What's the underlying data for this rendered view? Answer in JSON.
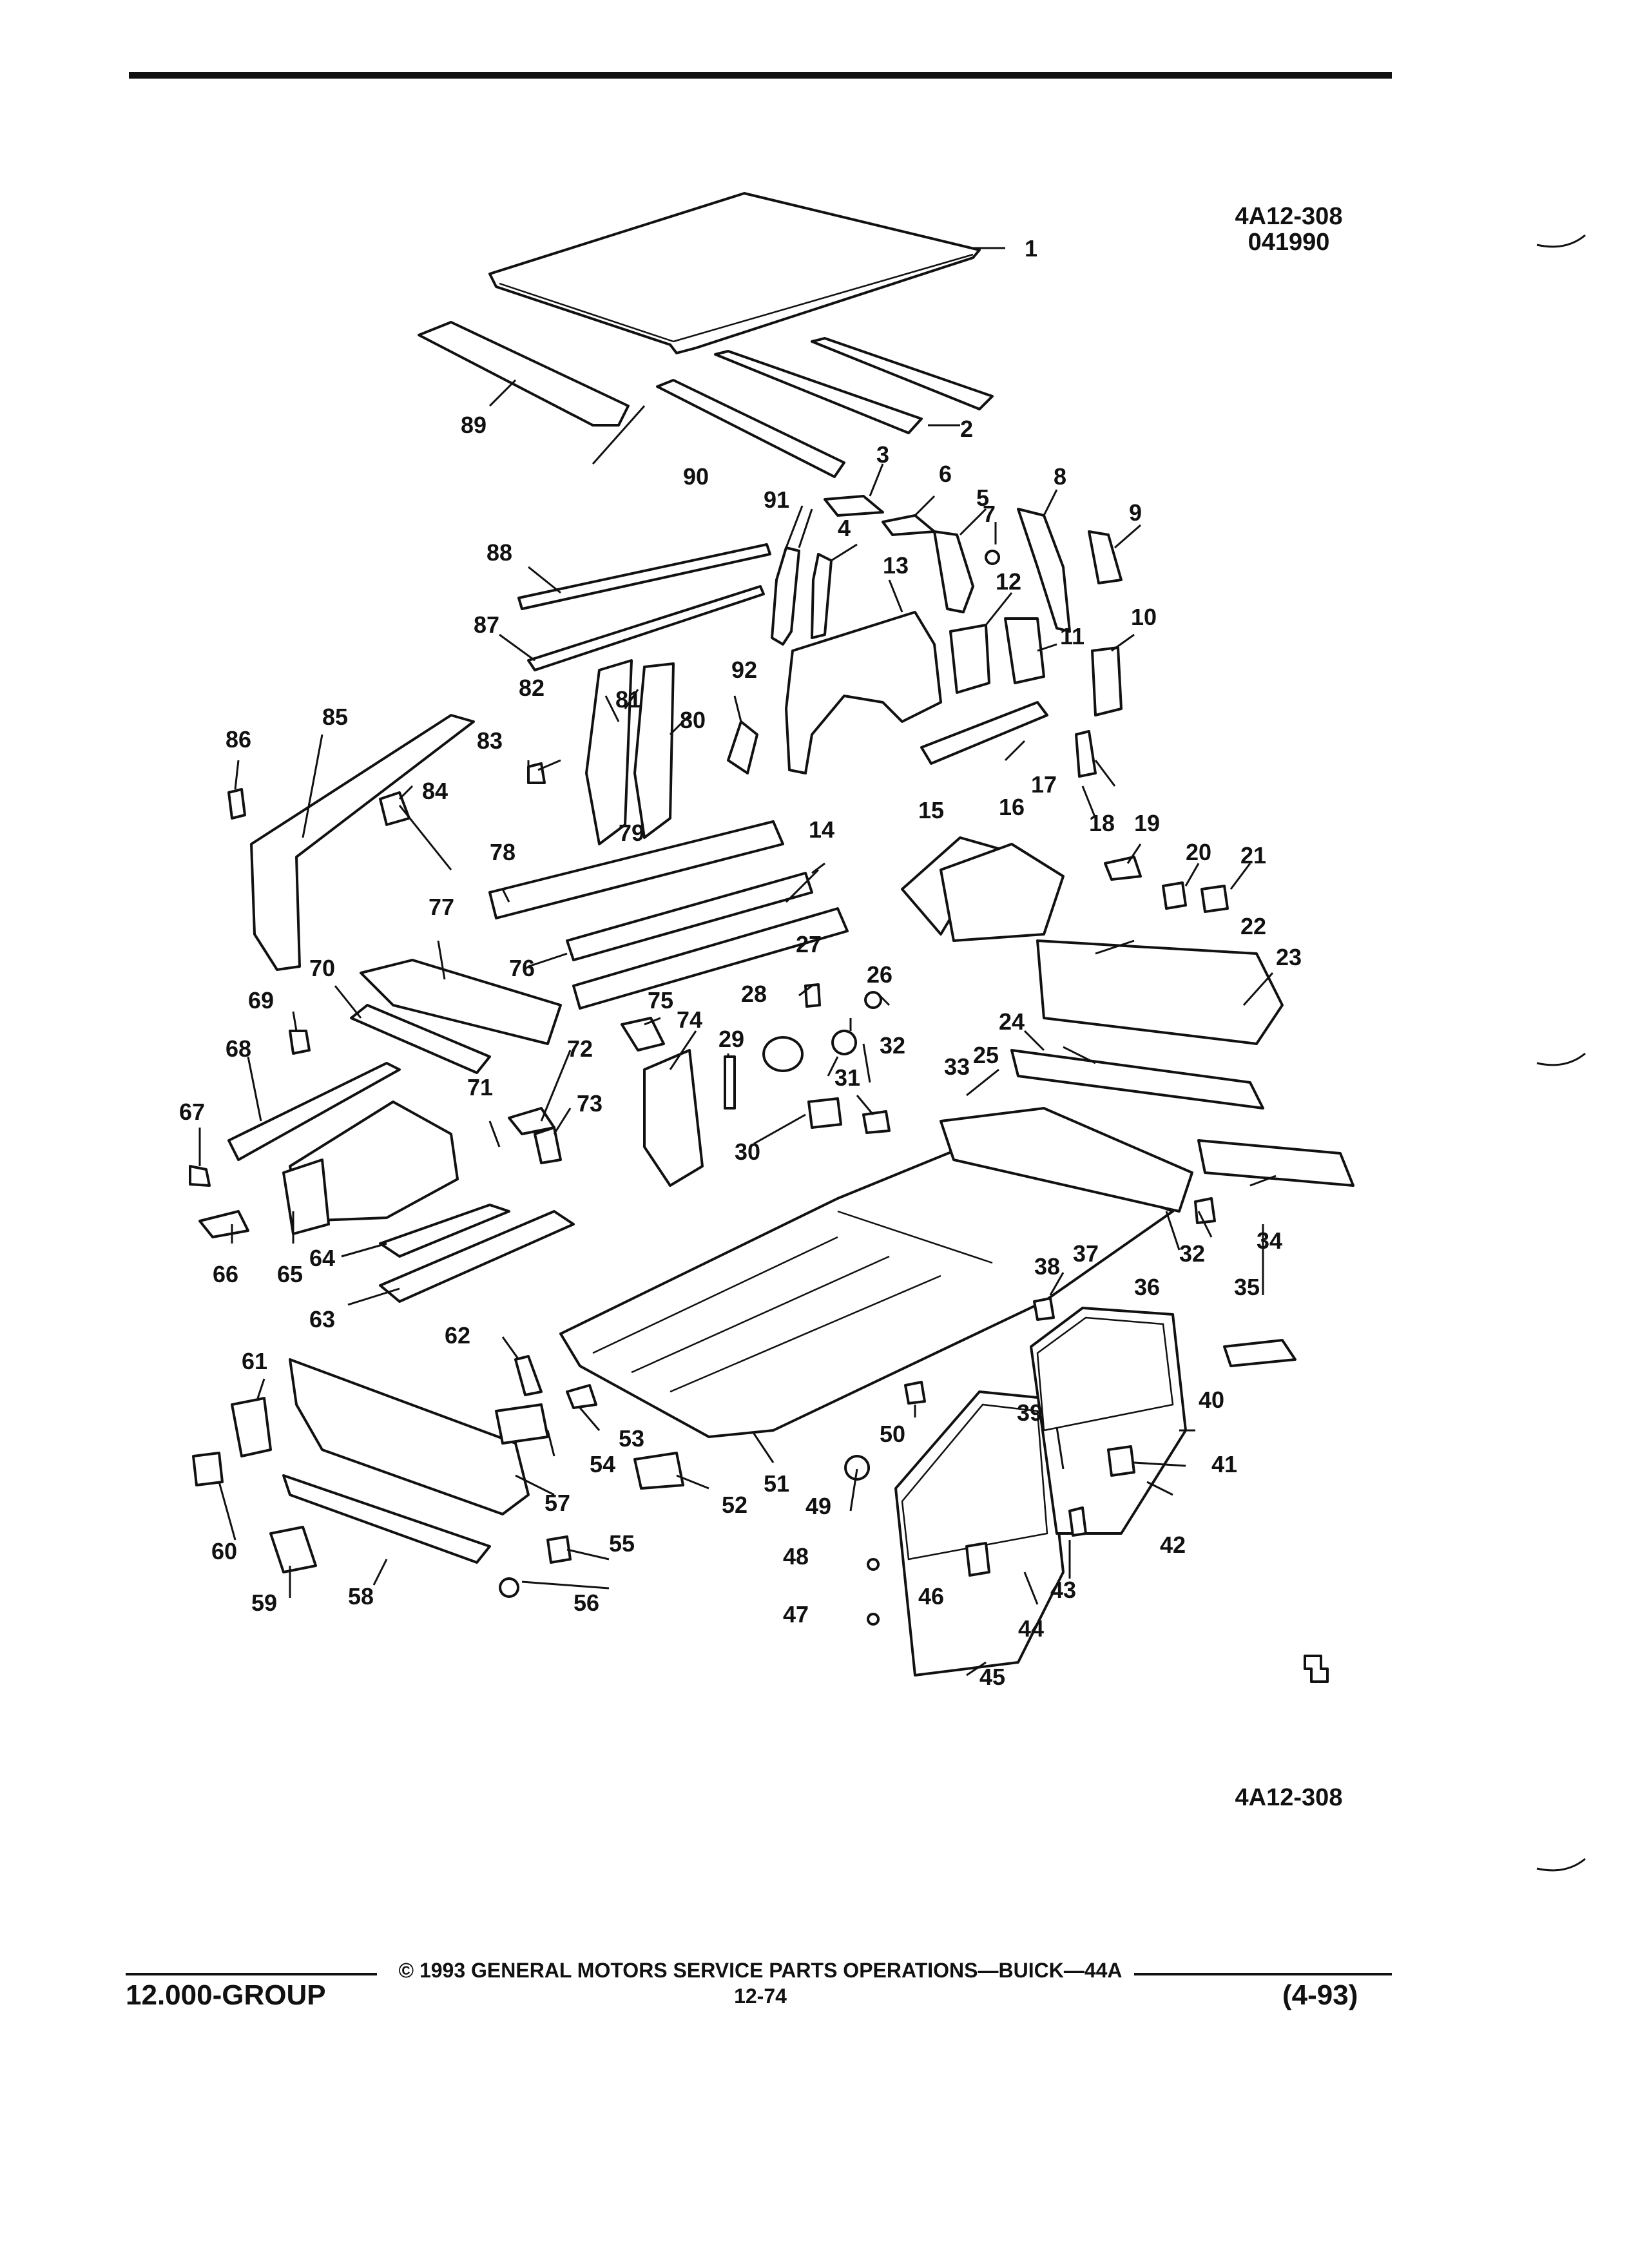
{
  "header": {
    "illustration_code": "4A12-308",
    "date_code": "041990"
  },
  "diagram": {
    "bottom_code": "4A12-308",
    "callouts": [
      "1",
      "2",
      "3",
      "4",
      "5",
      "6",
      "7",
      "8",
      "9",
      "10",
      "11",
      "12",
      "13",
      "14",
      "15",
      "16",
      "17",
      "18",
      "19",
      "20",
      "21",
      "22",
      "23",
      "24",
      "25",
      "26",
      "27",
      "28",
      "29",
      "30",
      "31",
      "32",
      "33",
      "34",
      "35",
      "36",
      "37",
      "38",
      "39",
      "40",
      "41",
      "42",
      "43",
      "44",
      "45",
      "46",
      "47",
      "48",
      "49",
      "50",
      "51",
      "52",
      "53",
      "54",
      "55",
      "56",
      "57",
      "58",
      "59",
      "60",
      "61",
      "62",
      "63",
      "64",
      "65",
      "66",
      "67",
      "68",
      "69",
      "70",
      "71",
      "72",
      "73",
      "74",
      "75",
      "76",
      "77",
      "78",
      "79",
      "80",
      "81",
      "82",
      "83",
      "84",
      "85",
      "86",
      "87",
      "88",
      "89",
      "90",
      "91",
      "92"
    ]
  },
  "footer": {
    "copyright": "© 1993 GENERAL MOTORS SERVICE PARTS OPERATIONS—BUICK—44A",
    "page_number": "12-74",
    "group": "12.000-GROUP",
    "revision": "(4-93)"
  }
}
